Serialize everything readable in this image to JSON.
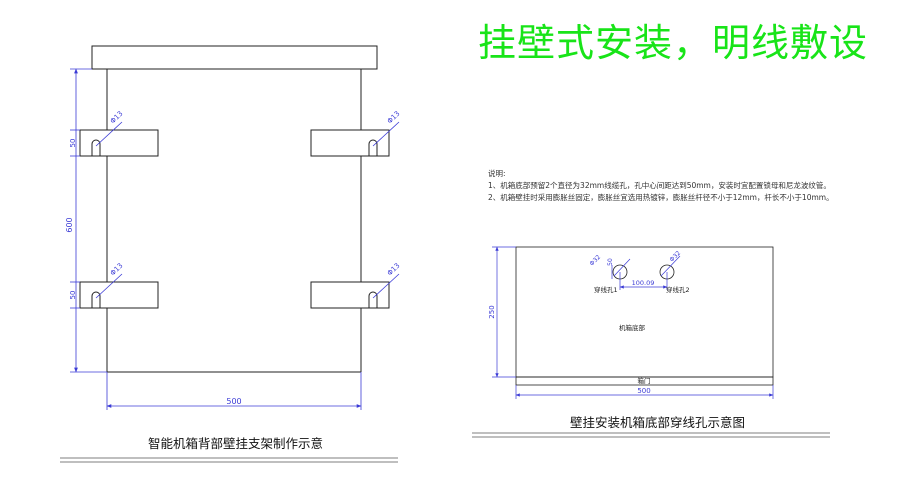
{
  "headline": "挂壁式安装，明线敷设",
  "left_drawing": {
    "caption": "智能机箱背部壁挂支架制作示意",
    "dim_height": "600",
    "dim_top_bracket": "50",
    "dim_bottom_bracket": "50",
    "dim_width": "500",
    "hole_top_left": "Φ13",
    "hole_top_right": "Φ13",
    "hole_bottom_left": "Φ13",
    "hole_bottom_right": "Φ13"
  },
  "right_drawing": {
    "caption": "壁挂安装机箱底部穿线孔示意图",
    "notes_title": "说明:",
    "note_1": "1、机箱底部预留2个直径为32mm线缆孔，孔中心间距达到50mm，安装时宜配置锁母和尼龙波纹管。",
    "note_2": "2、机箱壁挂时采用膨胀丝固定，膨胀丝宜选用热镀锌，膨胀丝杆径不小于12mm，杆长不小于10mm。",
    "hole_label_1": "穿线孔1",
    "hole_label_2": "穿线孔2",
    "hole_dia_1": "Φ32",
    "hole_dia_2": "Φ32",
    "dim_hole_offset": "50",
    "dim_hole_spacing": "100.09",
    "dim_height": "250",
    "dim_width": "500",
    "box_label": "机箱底部",
    "door_label": "箱门"
  }
}
